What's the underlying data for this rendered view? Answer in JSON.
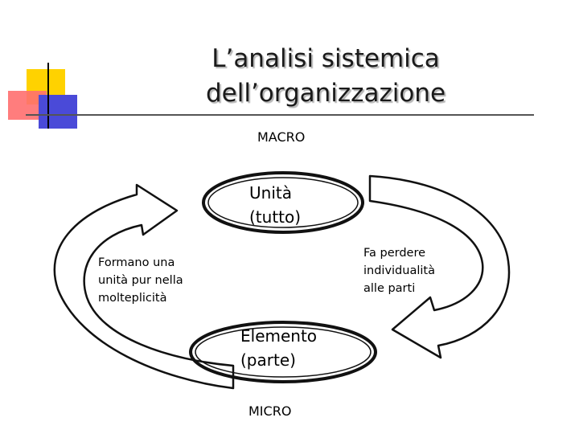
{
  "title": {
    "line1": "L’analisi sistemica",
    "line2": "dell’organizzazione"
  },
  "diagram": {
    "macro": "MACRO",
    "micro": "MICRO",
    "top_node": {
      "line1": "Unità",
      "line2": "(tutto)"
    },
    "bottom_node": {
      "line1": "Elemento",
      "line2": "(parte)"
    },
    "left_label": {
      "line1": "Formano una",
      "line2": "unità  pur nella",
      "line3": "molteplicità"
    },
    "right_label": {
      "line1": "Fa perdere",
      "line2": "individualità",
      "line3": "alle parti"
    }
  },
  "colors": {
    "deco_yellow": "#ffd200",
    "deco_red": "#ff6f6f",
    "deco_blue": "#4a4ad8",
    "title_shadow": "#b5b5b5"
  }
}
